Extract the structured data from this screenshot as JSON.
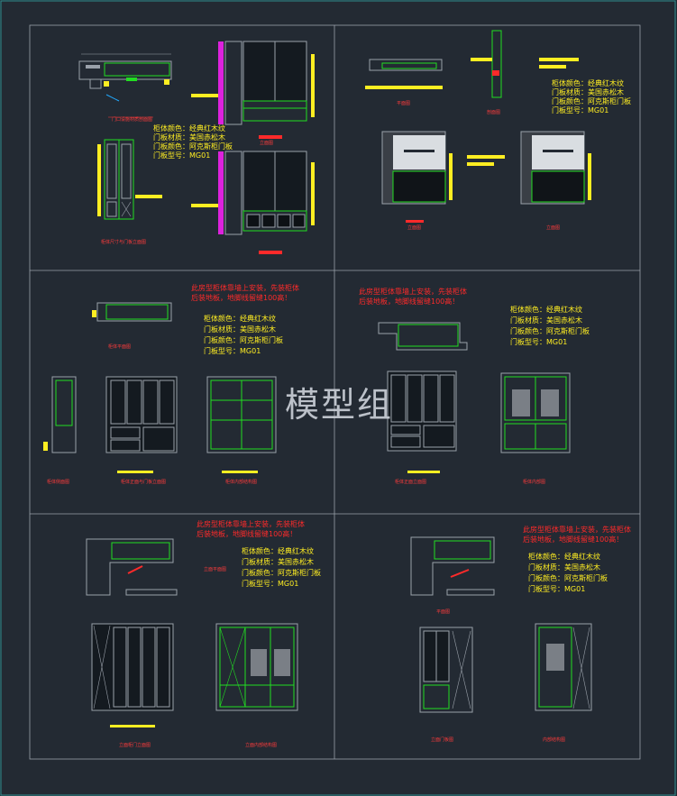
{
  "watermark": "模型组",
  "spec_block_a": [
    "柜体颜色：经典红木纹",
    "门板材质：美国赤松木",
    "门板颜色：阿克斯柜门板",
    "门板型号：MG01"
  ],
  "spec_block_b": [
    "柜体颜色：经典红木纹",
    "门板材质：美国赤松木",
    "门板颜色：阿克斯柜门板",
    "门板型号：MG01"
  ],
  "spec_block_c": [
    "柜体颜色：经典红木纹",
    "门板材质：美国赤松木",
    "门板颜色：阿克斯柜门板",
    "门板型号：MG01"
  ],
  "spec_block_d": [
    "柜体颜色：经典红木纹",
    "门板材质：美国赤松木",
    "门板颜色：阿克斯柜门板",
    "门板型号：MG01"
  ],
  "spec_block_e": [
    "柜体颜色：经典红木纹",
    "门板材质：美国赤松木",
    "门板颜色：阿克斯柜门板",
    "门板型号：MG01"
  ],
  "spec_block_f": [
    "柜体颜色：经典红木纹",
    "门板材质：美国赤松木",
    "门板颜色：阿克斯柜门板",
    "门板型号：MG01"
  ],
  "notes": {
    "n1": [
      "此房型柜体靠墙上安装，先装柜体",
      "后装地板，地脚线留缝100高！"
    ],
    "n2": [
      "此房型柜体靠墙上安装，先装柜体",
      "后装地板，地脚线留缝100高！"
    ],
    "n3": [
      "此房型柜体靠墙上安装，先装柜体",
      "后装地板，地脚线留缝100高！"
    ],
    "n4": [
      "此房型柜体靠墙上安装，先装柜体",
      "后装地板，地脚线留缝100高！"
    ]
  },
  "colors": {
    "bg": "#232a33",
    "line": "#9aa1aa",
    "green": "#22dd22",
    "yellow": "#ffee22",
    "red": "#ff2a2a",
    "white": "#ffffff",
    "magenta": "#dd22dd"
  }
}
